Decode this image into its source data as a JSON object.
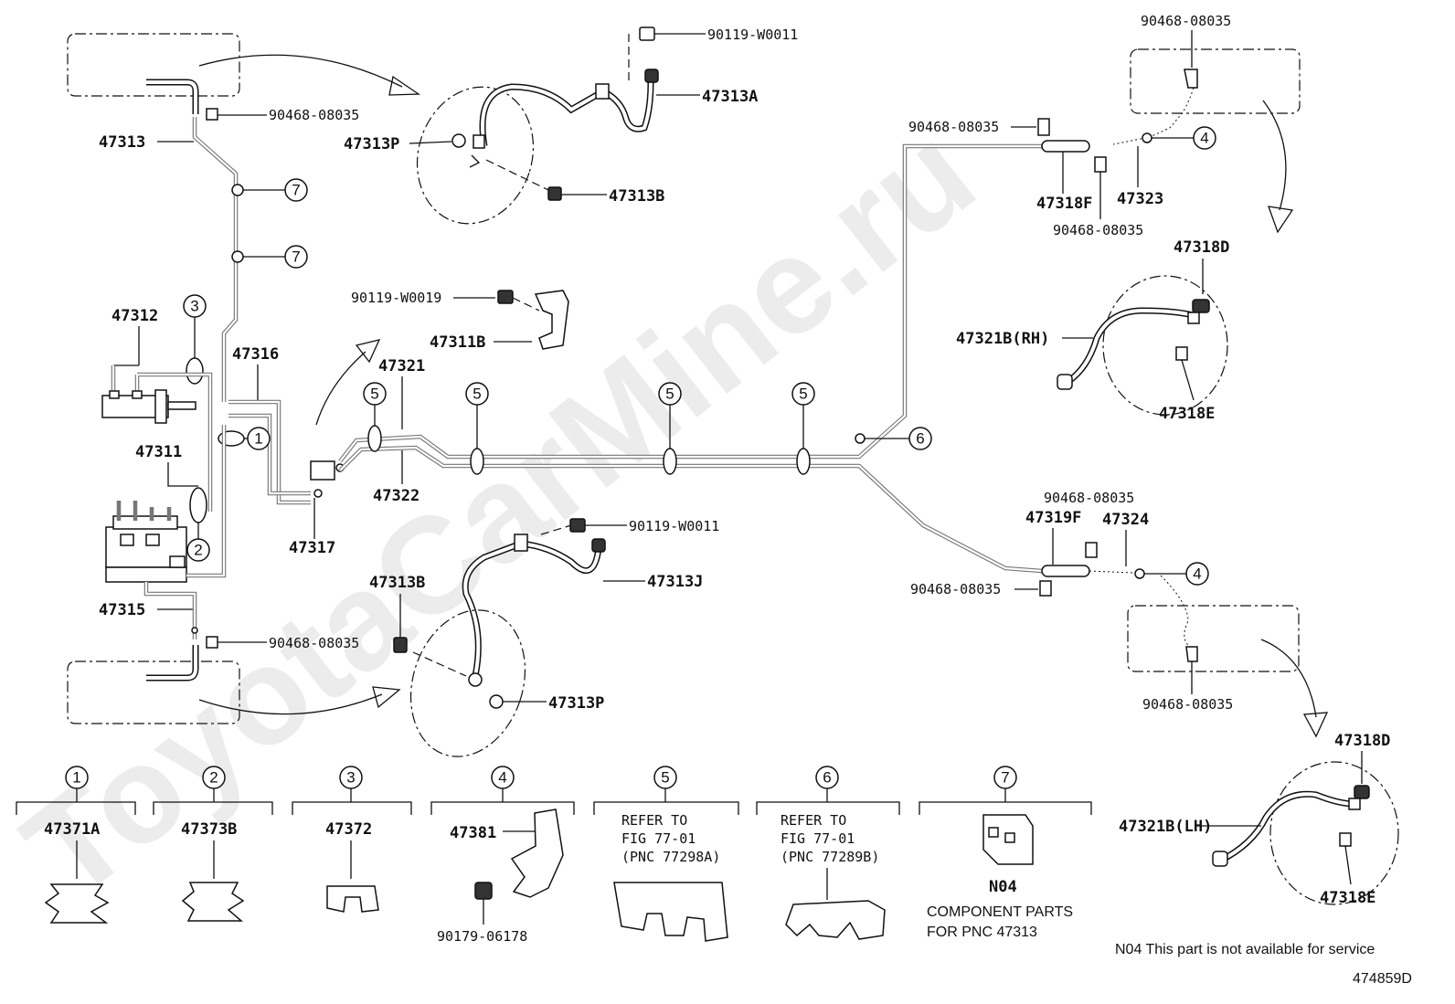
{
  "watermark": "ToyotaCarMine.ru",
  "drawing_id": "474859D",
  "footnote": "N04 This part is not available for service",
  "part_labels": {
    "p47313": "47313",
    "p90468_tl": "90468-08035",
    "p90119_w0011_top": "90119-W0011",
    "p47313A": "47313A",
    "p47313P_top": "47313P",
    "p47313B_top": "47313B",
    "p47312": "47312",
    "p47316": "47316",
    "p90119_w0019": "90119-W0019",
    "p47311B": "47311B",
    "p47321": "47321",
    "p47311": "47311",
    "p47322": "47322",
    "p47317": "47317",
    "p47315": "47315",
    "p90468_bl": "90468-08035",
    "p47313B_bot": "47313B",
    "p90119_w0011_bot": "90119-W0011",
    "p47313J": "47313J",
    "p47313P_bot": "47313P",
    "p90468_tr_top": "90468-08035",
    "p90468_tr_left": "90468-08035",
    "p47318F": "47318F",
    "p47323": "47323",
    "p90468_tr_below": "90468-08035",
    "p47318D_top": "47318D",
    "p47321B_RH": "47321B(RH)",
    "p47318E_top": "47318E",
    "p90468_mr_top": "90468-08035",
    "p47319F": "47319F",
    "p47324": "47324",
    "p90468_mr_left": "90468-08035",
    "p90468_mr_below": "90468-08035",
    "p47318D_bot": "47318D",
    "p47321B_LH": "47321B(LH)",
    "p47318E_bot": "47318E"
  },
  "callouts": {
    "c7a": "7",
    "c7b": "7",
    "c3": "3",
    "c1": "1",
    "c2": "2",
    "c5a": "5",
    "c5b": "5",
    "c5c": "5",
    "c5d": "5",
    "c6": "6",
    "c4a": "4",
    "c4b": "4"
  },
  "legend": [
    {
      "num": "1",
      "part": "47371A"
    },
    {
      "num": "2",
      "part": "47373B"
    },
    {
      "num": "3",
      "part": "47372"
    },
    {
      "num": "4",
      "part": "47381",
      "sub": "90179-06178"
    },
    {
      "num": "5",
      "refer": [
        "REFER TO",
        "FIG 77-01",
        "(PNC 77298A)"
      ]
    },
    {
      "num": "6",
      "refer": [
        "REFER TO",
        "FIG 77-01",
        "(PNC 77289B)"
      ]
    },
    {
      "num": "7",
      "part": "N04",
      "note": [
        "COMPONENT PARTS",
        "FOR PNC 47313"
      ]
    }
  ]
}
